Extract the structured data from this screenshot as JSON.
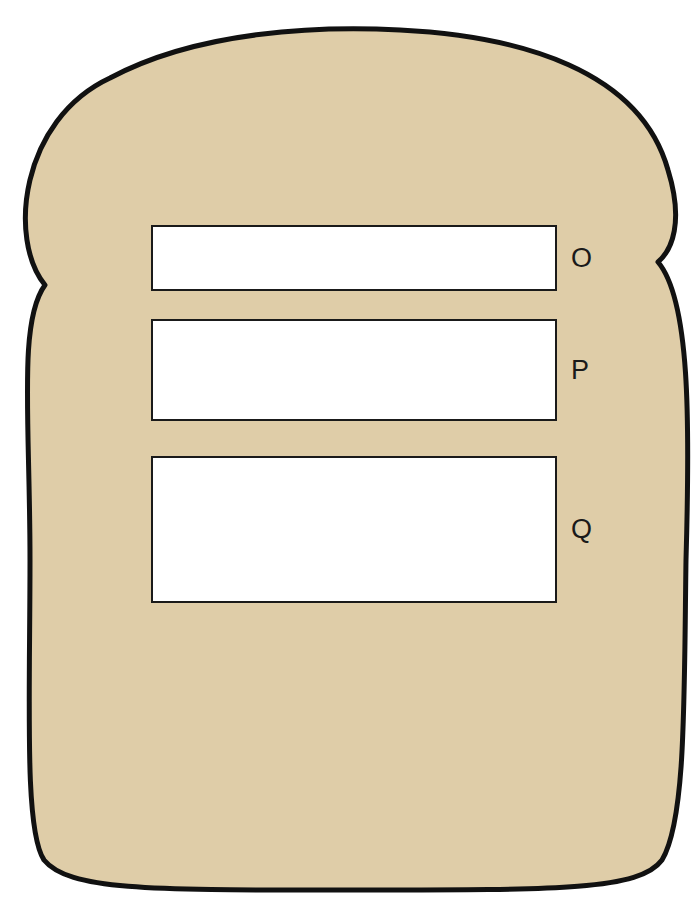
{
  "diagram": {
    "nodes": [
      {
        "text": [
          "O"
        ]
      },
      {
        "text": [
          "P"
        ]
      },
      {
        "text": [
          "Q"
        ]
      }
    ]
  }
}
